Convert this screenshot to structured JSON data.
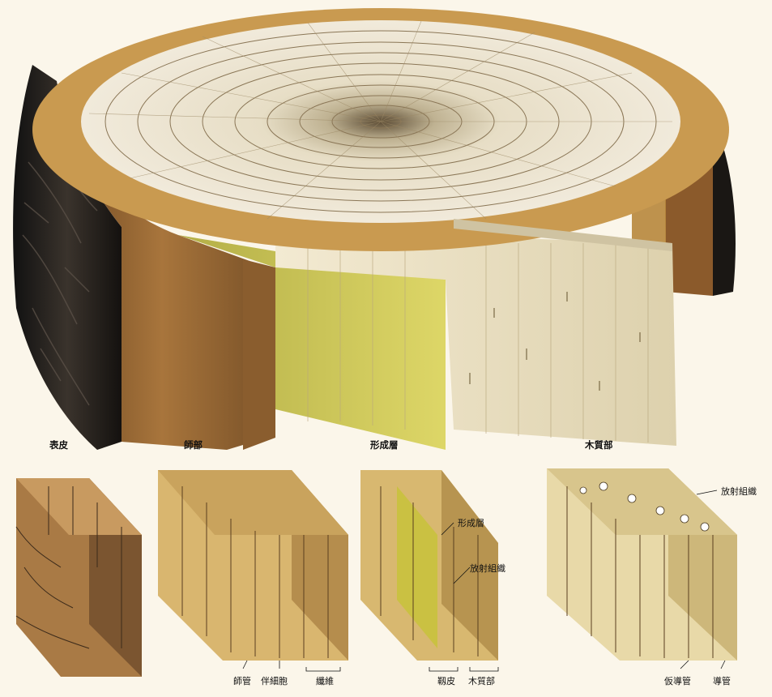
{
  "labels": {
    "epidermis": "表皮",
    "phloem": "師部",
    "cambium": "形成層",
    "xylem": "木質部"
  },
  "detail_labels": {
    "sieve_tube": "師管",
    "companion_cell": "伴細胞",
    "fiber": "纖維",
    "cambium": "形成層",
    "ray_tissue_middle": "放射組織",
    "bark": "靱皮",
    "xylem": "木質部",
    "ray_tissue_right": "放射組織",
    "tracheid": "仮導管",
    "vessel": "導管"
  },
  "colors": {
    "background": "#fbf6ea",
    "bark": "#2a241f",
    "phloem": "#a8753c",
    "cambium": "#c8c23a",
    "sapwood": "#ece2c6",
    "heartwood": "#8b5a2b",
    "rings": "#6e5a3a"
  }
}
